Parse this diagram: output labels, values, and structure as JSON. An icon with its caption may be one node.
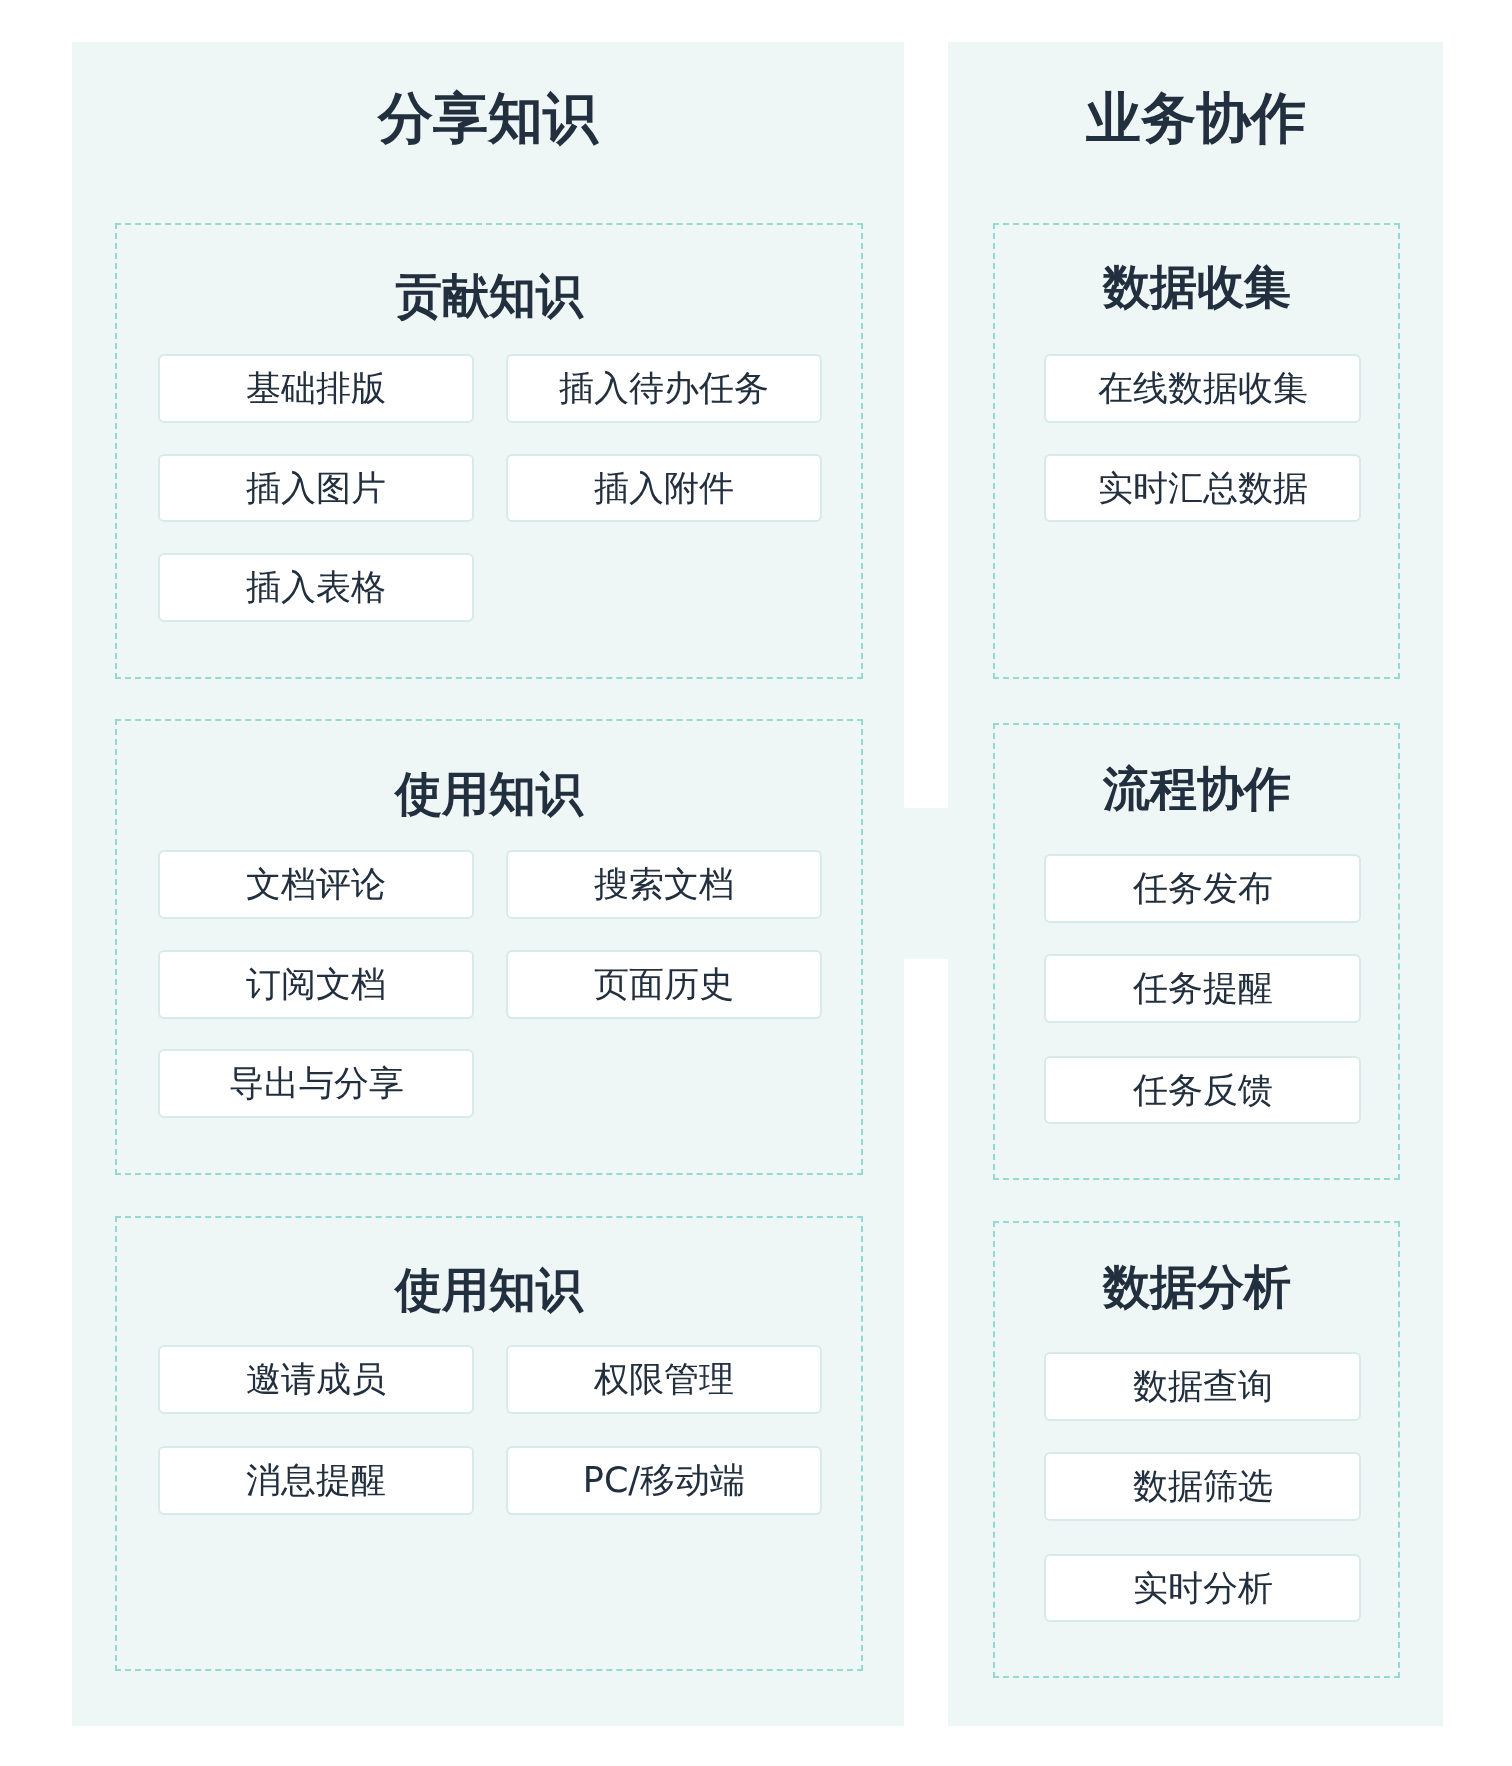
{
  "diagram": {
    "nodes": [
      {
        "text": [
          "分享知识"
        ]
      },
      {
        "text": [
          "贡献知识"
        ],
        "in": 0
      },
      {
        "text": [
          "基础排版"
        ],
        "in": 1
      },
      {
        "text": [
          "插入待办任务"
        ],
        "in": 1
      },
      {
        "text": [
          "插入图片"
        ],
        "in": 1
      },
      {
        "text": [
          "插入附件"
        ],
        "in": 1
      },
      {
        "text": [
          "插入表格"
        ],
        "in": 1
      },
      {
        "text": [
          "使用知识"
        ],
        "in": 0
      },
      {
        "text": [
          "文档评论"
        ],
        "in": 7
      },
      {
        "text": [
          "搜索文档"
        ],
        "in": 7
      },
      {
        "text": [
          "订阅文档"
        ],
        "in": 7
      },
      {
        "text": [
          "页面历史"
        ],
        "in": 7
      },
      {
        "text": [
          "导出与分享"
        ],
        "in": 7
      },
      {
        "text": [
          "使用知识"
        ],
        "in": 0
      },
      {
        "text": [
          "邀请成员"
        ],
        "in": 13
      },
      {
        "text": [
          "权限管理"
        ],
        "in": 13
      },
      {
        "text": [
          "消息提醒"
        ],
        "in": 13
      },
      {
        "text": [
          "PC/移动端"
        ],
        "in": 13
      },
      {
        "text": [
          "业务协作"
        ]
      },
      {
        "text": [
          "数据收集"
        ],
        "in": 18
      },
      {
        "text": [
          "在线数据收集"
        ],
        "in": 19
      },
      {
        "text": [
          "实时汇总数据"
        ],
        "in": 19
      },
      {
        "text": [
          "流程协作"
        ],
        "in": 18
      },
      {
        "text": [
          "任务发布"
        ],
        "in": 22
      },
      {
        "text": [
          "任务提醒"
        ],
        "in": 22
      },
      {
        "text": [
          "任务反馈"
        ],
        "in": 22
      },
      {
        "text": [
          "数据分析"
        ],
        "in": 18
      },
      {
        "text": [
          "数据查询"
        ],
        "in": 26
      },
      {
        "text": [
          "数据筛选"
        ],
        "in": 26
      },
      {
        "text": [
          "实时分析"
        ],
        "in": 26
      }
    ]
  }
}
